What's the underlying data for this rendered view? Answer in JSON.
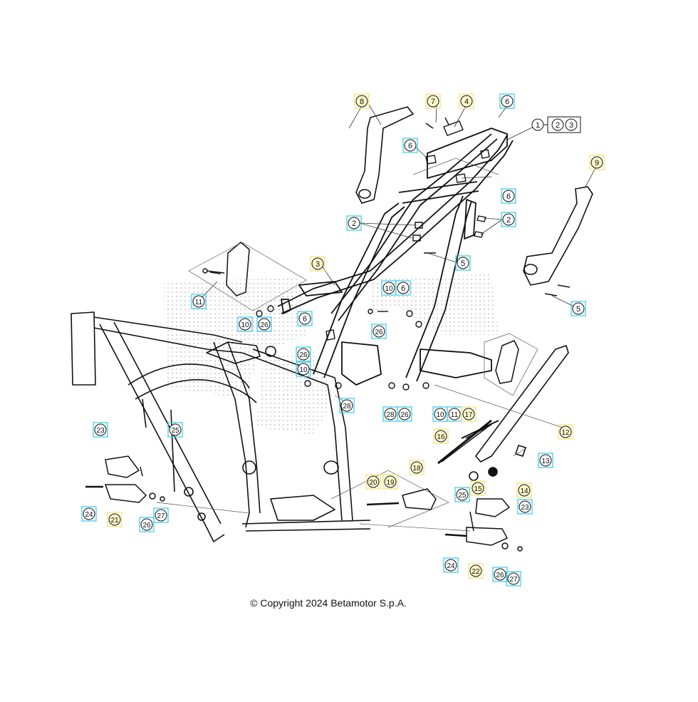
{
  "diagram": {
    "copyright": "© Copyright 2024 Betamotor S.p.A.",
    "colors": {
      "cyan_callout": "#33ccee",
      "yellow_callout": "#f3e26a",
      "line": "#111111",
      "halftone": "#c8c8c8"
    },
    "callouts": [
      {
        "id": "c1",
        "label": "1",
        "style": "plain"
      },
      {
        "id": "c2a",
        "label": "2",
        "style": "plain"
      },
      {
        "id": "c3a",
        "label": "3",
        "style": "plain"
      },
      {
        "id": "c2",
        "label": "2",
        "style": "cyan"
      },
      {
        "id": "c2b",
        "label": "2",
        "style": "cyan"
      },
      {
        "id": "c3",
        "label": "3",
        "style": "yellow"
      },
      {
        "id": "c4",
        "label": "4",
        "style": "yellow"
      },
      {
        "id": "c5",
        "label": "5",
        "style": "cyan"
      },
      {
        "id": "c5b",
        "label": "5",
        "style": "cyan"
      },
      {
        "id": "c6a",
        "label": "6",
        "style": "cyan"
      },
      {
        "id": "c6b",
        "label": "6",
        "style": "cyan"
      },
      {
        "id": "c6c",
        "label": "6",
        "style": "cyan"
      },
      {
        "id": "c6d",
        "label": "6",
        "style": "cyan"
      },
      {
        "id": "c6e",
        "label": "6",
        "style": "cyan"
      },
      {
        "id": "c7",
        "label": "7",
        "style": "yellow"
      },
      {
        "id": "c8",
        "label": "8",
        "style": "yellow"
      },
      {
        "id": "c9",
        "label": "9",
        "style": "yellow"
      },
      {
        "id": "c10a",
        "label": "10",
        "style": "cyan"
      },
      {
        "id": "c10b",
        "label": "10",
        "style": "cyan"
      },
      {
        "id": "c10c",
        "label": "10",
        "style": "cyan"
      },
      {
        "id": "c10d",
        "label": "10",
        "style": "cyan"
      },
      {
        "id": "c11a",
        "label": "11",
        "style": "cyan"
      },
      {
        "id": "c11b",
        "label": "11",
        "style": "cyan"
      },
      {
        "id": "c12",
        "label": "12",
        "style": "yellow"
      },
      {
        "id": "c13",
        "label": "13",
        "style": "cyan"
      },
      {
        "id": "c14",
        "label": "14",
        "style": "yellow"
      },
      {
        "id": "c15",
        "label": "15",
        "style": "yellow"
      },
      {
        "id": "c16",
        "label": "16",
        "style": "yellow"
      },
      {
        "id": "c17",
        "label": "17",
        "style": "yellow"
      },
      {
        "id": "c18",
        "label": "18",
        "style": "yellow"
      },
      {
        "id": "c19",
        "label": "19",
        "style": "yellow"
      },
      {
        "id": "c20",
        "label": "20",
        "style": "yellow"
      },
      {
        "id": "c21",
        "label": "21",
        "style": "yellow"
      },
      {
        "id": "c22",
        "label": "22",
        "style": "yellow"
      },
      {
        "id": "c23a",
        "label": "23",
        "style": "cyan"
      },
      {
        "id": "c23b",
        "label": "23",
        "style": "cyan"
      },
      {
        "id": "c24a",
        "label": "24",
        "style": "cyan"
      },
      {
        "id": "c24b",
        "label": "24",
        "style": "cyan"
      },
      {
        "id": "c25a",
        "label": "25",
        "style": "cyan"
      },
      {
        "id": "c25b",
        "label": "25",
        "style": "cyan"
      },
      {
        "id": "c26a",
        "label": "26",
        "style": "cyan"
      },
      {
        "id": "c26b",
        "label": "26",
        "style": "cyan"
      },
      {
        "id": "c26c",
        "label": "26",
        "style": "cyan"
      },
      {
        "id": "c26d",
        "label": "26",
        "style": "cyan"
      },
      {
        "id": "c26e",
        "label": "26",
        "style": "cyan"
      },
      {
        "id": "c26f",
        "label": "26",
        "style": "cyan"
      },
      {
        "id": "c27a",
        "label": "27",
        "style": "cyan"
      },
      {
        "id": "c27b",
        "label": "27",
        "style": "cyan"
      },
      {
        "id": "c28a",
        "label": "28",
        "style": "cyan"
      },
      {
        "id": "c28b",
        "label": "28",
        "style": "cyan"
      }
    ]
  }
}
